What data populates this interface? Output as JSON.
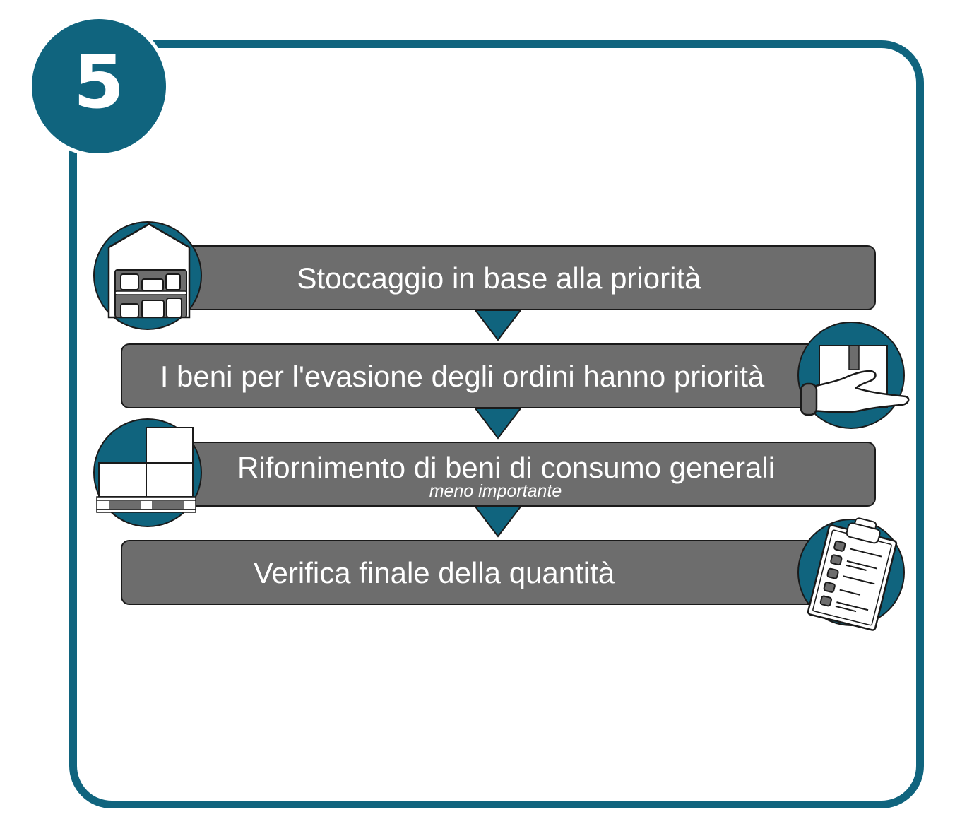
{
  "step": {
    "number": "5"
  },
  "colors": {
    "accent": "#10647e",
    "bar_fill": "#6d6d6d",
    "outline": "#1a1a1a",
    "text": "#ffffff"
  },
  "flow": {
    "steps": [
      {
        "label": "Stoccaggio in base alla priorità",
        "icon": "warehouse-shelves-icon",
        "icon_side": "left"
      },
      {
        "label": "I beni per l'evasione degli ordini hanno priorità",
        "icon": "hand-holding-box-icon",
        "icon_side": "right"
      },
      {
        "label": "Rifornimento di beni di consumo generali",
        "sublabel": "meno importante",
        "icon": "pallet-boxes-icon",
        "icon_side": "left"
      },
      {
        "label": "Verifica finale della quantità",
        "icon": "clipboard-checklist-icon",
        "icon_side": "right"
      }
    ],
    "connector_icon": "down-triangle-arrow"
  }
}
